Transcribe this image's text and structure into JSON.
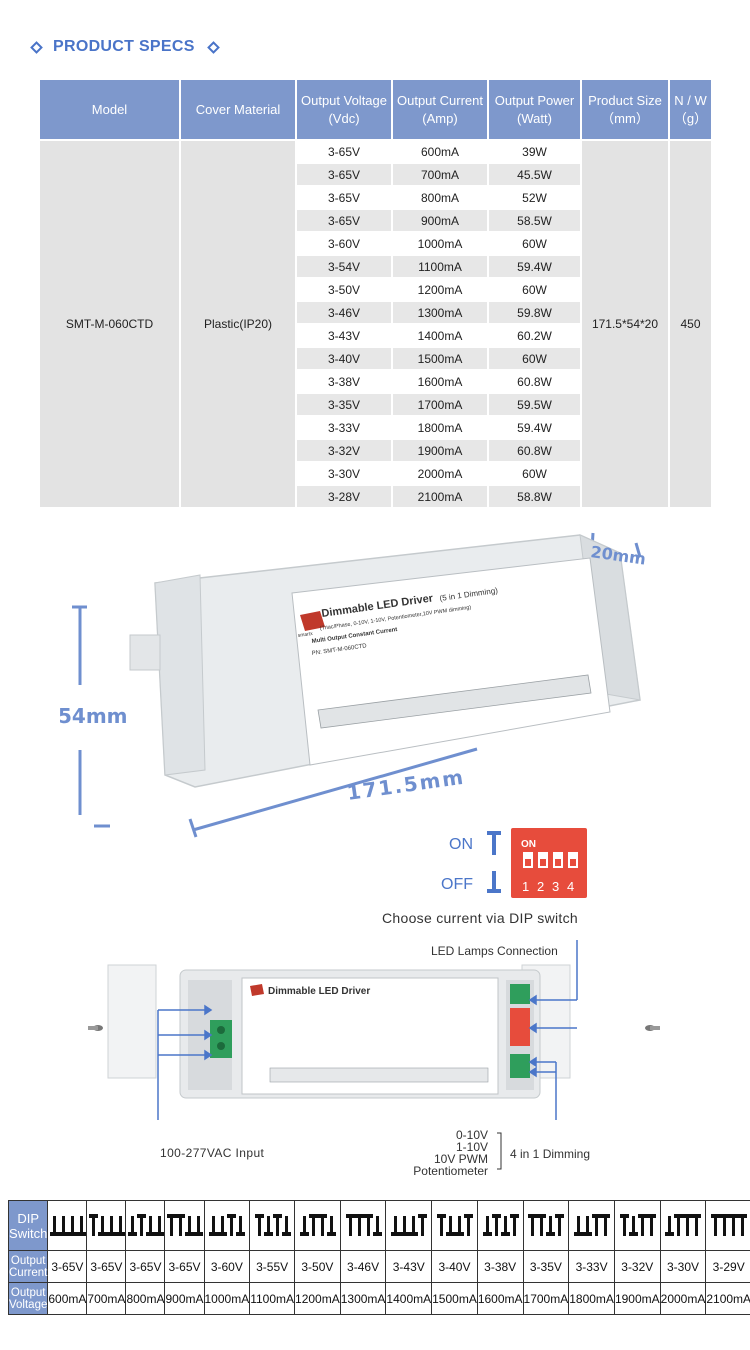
{
  "heading": {
    "title": "PRODUCT SPECS"
  },
  "specs": {
    "headers": [
      "Model",
      "Cover Material",
      "Output Voltage\n(Vdc)",
      "Output Current\n(Amp)",
      "Output Power\n(Watt)",
      "Product Size\n（mm）",
      "N / W\n（g）"
    ],
    "model": "SMT-M-060CTD",
    "cover": "Plastic(IP20)",
    "size": "171.5*54*20",
    "weight": "450",
    "rows": [
      [
        "3-65V",
        "600mA",
        "39W"
      ],
      [
        "3-65V",
        "700mA",
        "45.5W"
      ],
      [
        "3-65V",
        "800mA",
        "52W"
      ],
      [
        "3-65V",
        "900mA",
        "58.5W"
      ],
      [
        "3-60V",
        "1000mA",
        "60W"
      ],
      [
        "3-54V",
        "1100mA",
        "59.4W"
      ],
      [
        "3-50V",
        "1200mA",
        "60W"
      ],
      [
        "3-46V",
        "1300mA",
        "59.8W"
      ],
      [
        "3-43V",
        "1400mA",
        "60.2W"
      ],
      [
        "3-40V",
        "1500mA",
        "60W"
      ],
      [
        "3-38V",
        "1600mA",
        "60.8W"
      ],
      [
        "3-35V",
        "1700mA",
        "59.5W"
      ],
      [
        "3-33V",
        "1800mA",
        "59.4W"
      ],
      [
        "3-32V",
        "1900mA",
        "60.8W"
      ],
      [
        "3-30V",
        "2000mA",
        "60W"
      ],
      [
        "3-28V",
        "2100mA",
        "58.8W"
      ]
    ]
  },
  "photo": {
    "dim_length": "171.5mm",
    "dim_width": "54mm",
    "dim_height": "20mm",
    "label_title": "Dimmable LED Driver",
    "label_subtitle": "(5 in 1 Dimming)",
    "label_line2": "(Triac/Phase, 0-10V, 1-10V, Potentiometer,10V PWM dimming)",
    "label_model": "PN: SMT-M-060CTD",
    "label_heading": "Multi Output Constant Current",
    "label_brand": "smartx"
  },
  "dip_demo": {
    "on": "ON",
    "off": "OFF",
    "switch_on": "ON",
    "switch_numbers": [
      "1",
      "2",
      "3",
      "4"
    ],
    "caption": "Choose current via DIP switch"
  },
  "wiring": {
    "lamps": "LED Lamps Connection",
    "input": "100-277VAC Input",
    "dimming_options": [
      "0-10V",
      "1-10V",
      "10V PWM",
      "Potentiometer"
    ],
    "dimming_label": "4 in 1 Dimming"
  },
  "dip_table": {
    "row_labels": [
      "DIP Switch",
      "Output Current",
      "Output Voltage"
    ],
    "patterns": [
      "dddd",
      "uddd",
      "dudd",
      "uudd",
      "ddud",
      "udud",
      "duud",
      "uuud",
      "dddu",
      "uddu",
      "dudu",
      "uudu",
      "dduu",
      "uduu",
      "duuu",
      "uuuu"
    ],
    "current_row": [
      "3-65V",
      "3-65V",
      "3-65V",
      "3-65V",
      "3-60V",
      "3-55V",
      "3-50V",
      "3-46V",
      "3-43V",
      "3-40V",
      "3-38V",
      "3-35V",
      "3-33V",
      "3-32V",
      "3-30V",
      "3-29V"
    ],
    "voltage_row": [
      "600mA",
      "700mA",
      "800mA",
      "900mA",
      "1000mA",
      "1100mA",
      "1200mA",
      "1300mA",
      "1400mA",
      "1500mA",
      "1600mA",
      "1700mA",
      "1800mA",
      "1900mA",
      "2000mA",
      "2100mA"
    ]
  }
}
